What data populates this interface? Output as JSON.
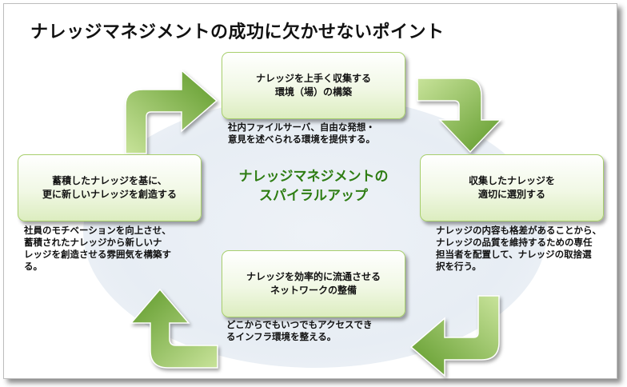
{
  "title": "ナレッジマネジメントの成功に欠かせないポイント",
  "center": {
    "line1": "ナレッジマネジメントの",
    "line2": "スパイラルアップ"
  },
  "boxes": {
    "top": {
      "line1": "ナレッジを上手く収集する",
      "line2": "環境（場）の構築"
    },
    "right": {
      "line1": "収集したナレッジを",
      "line2": "適切に選別する"
    },
    "bottom": {
      "line1": "ナレッジを効率的に流通させる",
      "line2": "ネットワークの整備"
    },
    "left": {
      "line1": "蓄積したナレッジを基に、",
      "line2": "更に新しいナレッジを創造する"
    }
  },
  "descriptions": {
    "top": [
      "社内ファイルサーバ、自由な発想・",
      "意見を述べられる環境を提供する。"
    ],
    "right": [
      "ナレッジの内容も格差があることから、",
      "ナレッジの品質を維持するための専任",
      "担当者を配置して、ナレッジの取捨選",
      "択を行う。"
    ],
    "bottom": [
      "どこからでもいつでもアクセスでき",
      "るインフラ環境を整える。"
    ],
    "left": [
      "社員のモチベーションを向上させ、",
      "蓄積されたナレッジから新しいナ",
      "レッジを創造させる雰囲気を構築す",
      "る。"
    ]
  },
  "colors": {
    "arrow_dark": "#5f9a2a",
    "arrow_light": "#c8e39a",
    "box_border": "#a8cf6d",
    "center_text": "#2e7d13"
  }
}
